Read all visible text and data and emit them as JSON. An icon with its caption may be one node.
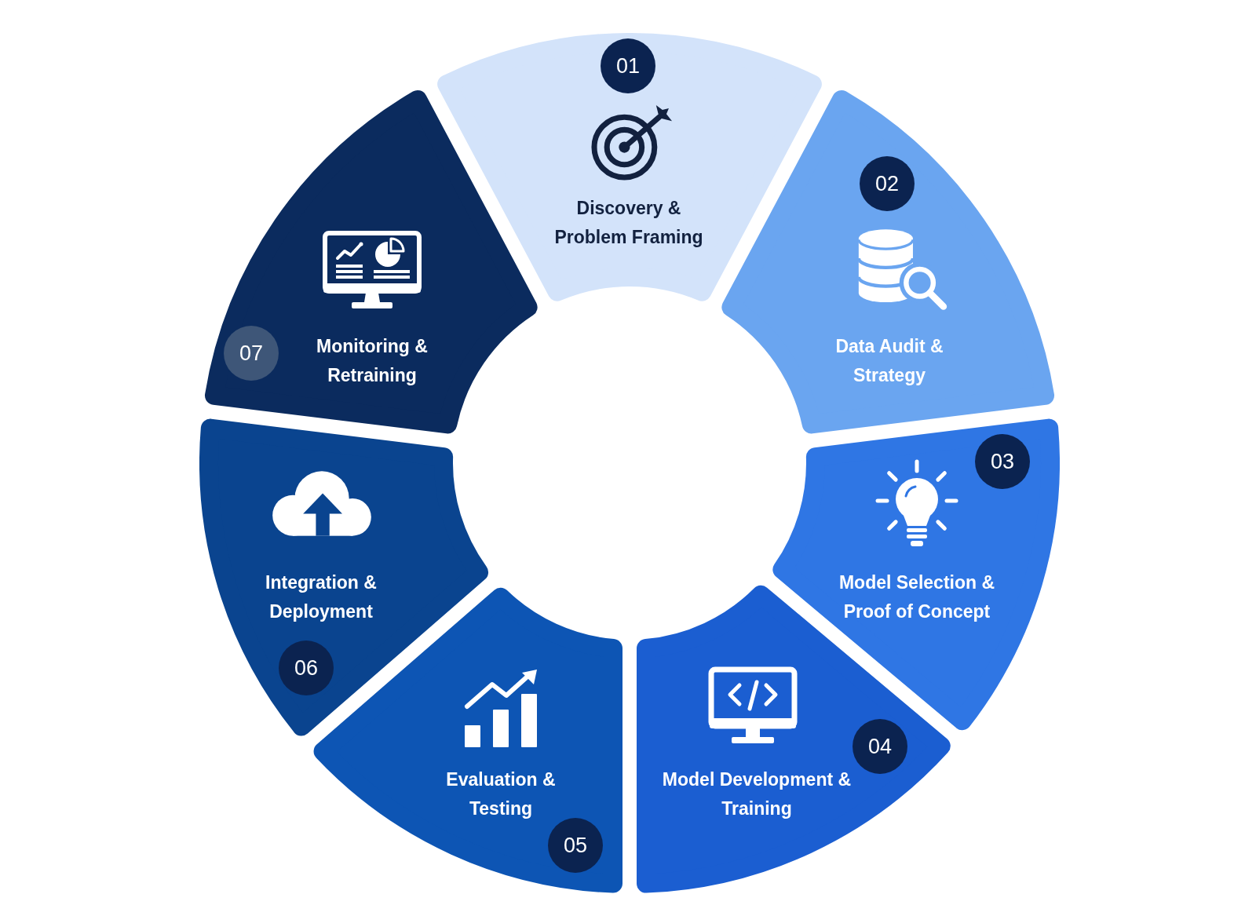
{
  "diagram": {
    "nodes": [
      {
        "text": [
          "Discovery & Problem Framing"
        ]
      },
      {
        "text": [
          "01"
        ],
        "in": 0
      },
      {
        "text": [
          "Data Audit & Strategy"
        ]
      },
      {
        "text": [
          "02"
        ],
        "in": 2
      },
      {
        "text": [
          "Model Selection & Proof of Concept"
        ]
      },
      {
        "text": [
          "03"
        ],
        "in": 4
      },
      {
        "text": [
          "Model Development & Training"
        ]
      },
      {
        "text": [
          "04"
        ],
        "in": 6
      },
      {
        "text": [
          "Evaluation & Testing"
        ]
      },
      {
        "text": [
          "05"
        ],
        "in": 8
      },
      {
        "text": [
          "Integration & Deployment"
        ]
      },
      {
        "text": [
          "06"
        ],
        "in": 10
      },
      {
        "text": [
          "Monitoring & Retraining"
        ]
      },
      {
        "text": [
          "07"
        ],
        "in": 12
      }
    ]
  }
}
